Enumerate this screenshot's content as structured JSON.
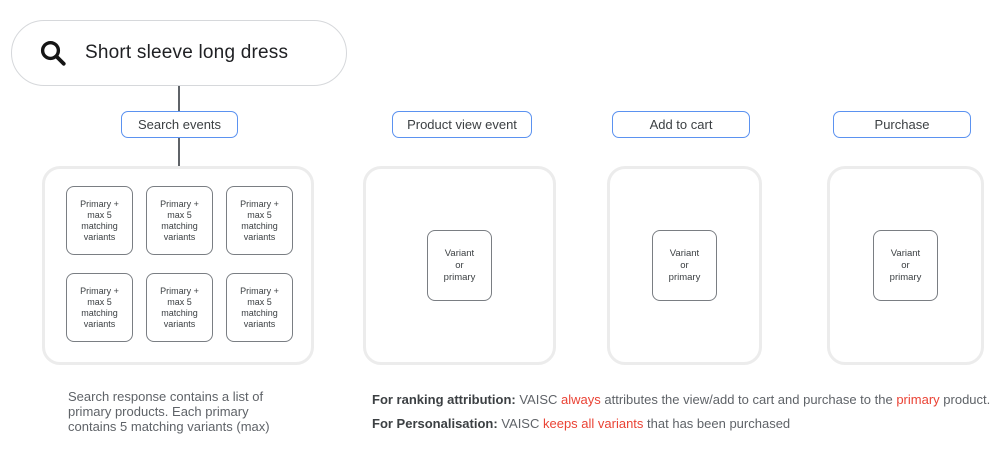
{
  "search_bar": {
    "query": "Short sleeve long dress"
  },
  "events": {
    "search": {
      "label": "Search events",
      "card_text": "Primary +\nmax 5\nmatching\nvariants",
      "card_count": 6
    },
    "product_view": {
      "label": "Product view event",
      "card_text": "Variant\nor\nprimary"
    },
    "add_to_cart": {
      "label": "Add to cart",
      "card_text": "Variant\nor\nprimary"
    },
    "purchase": {
      "label": "Purchase",
      "card_text": "Variant\nor\nprimary"
    }
  },
  "captions": {
    "search_note": "Search response contains a list of\nprimary products. Each primary\ncontains 5 matching variants (max)",
    "ranking": {
      "parts": [
        "For ranking attribution:",
        " VAISC ",
        "always",
        " attributes the view/add to cart and purchase to the ",
        "primary",
        " product."
      ]
    },
    "personalisation": {
      "parts": [
        "For Personalisation:",
        " VAISC ",
        "keeps all variants",
        " that has been purchased"
      ]
    }
  },
  "icons": {
    "search": "search-icon"
  },
  "colors": {
    "accent_blue": "#5b92f0",
    "alert_red": "#ea4335",
    "container_border": "#ececec",
    "card_border": "#7a7e83",
    "text_dark": "#3c4043",
    "text_gray": "#5f6368",
    "pill_border": "#d6d8db"
  }
}
